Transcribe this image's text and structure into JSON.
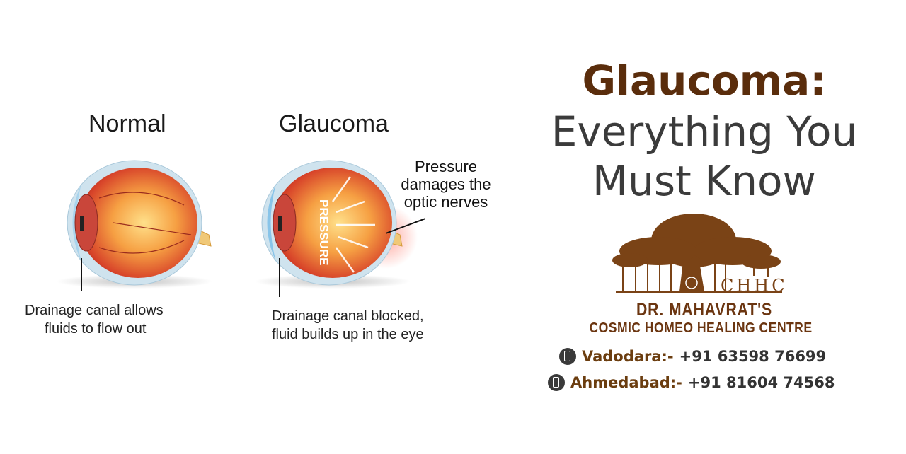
{
  "diagram": {
    "normal": {
      "label": "Normal",
      "caption_line1": "Drainage canal allows",
      "caption_line2": "fluids to flow out"
    },
    "glaucoma": {
      "label": "Glaucoma",
      "pressure_text": "PRESSURE",
      "callout_line1": "Pressure",
      "callout_line2": "damages the",
      "callout_line3": "optic nerves",
      "caption_line1": "Drainage canal blocked,",
      "caption_line2": "fluid builds up in the eye"
    }
  },
  "headline": {
    "title": "Glaucoma:",
    "line2": "Everything You",
    "line3": "Must Know"
  },
  "brand": {
    "logo_initials": "CHHC",
    "name": "DR. MAHAVRAT'S",
    "subtitle": "COSMIC HOMEO HEALING CENTRE"
  },
  "contacts": [
    {
      "city": "Vadodara:-",
      "number": "+91 63598 76699"
    },
    {
      "city": "Ahmedabad:-",
      "number": "+91 81604 74568"
    }
  ],
  "colors": {
    "brand_brown": "#5a2d0c",
    "text_dark": "#3b3b3b"
  }
}
